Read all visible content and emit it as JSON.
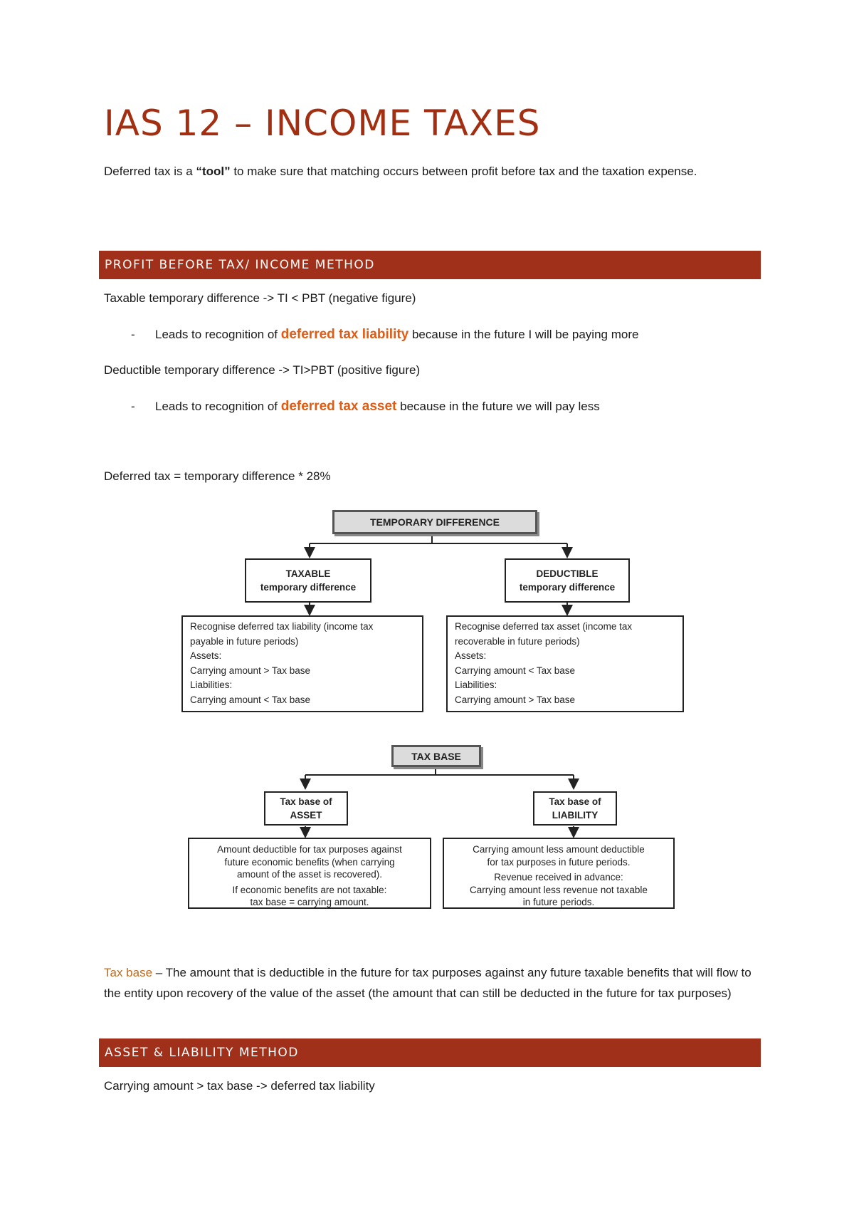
{
  "title": "IAS 12 – INCOME TAXES",
  "intro": {
    "before": "Deferred tax is a ",
    "tool": "“tool”",
    "after": " to make sure that matching occurs between profit before tax and the taxation expense."
  },
  "section1": {
    "heading": "PROFIT BEFORE TAX/ INCOME METHOD",
    "taxable_line": "Taxable temporary difference -> TI < PBT (negative figure)",
    "bullet1": {
      "dash": "-",
      "before": "Leads to recognition of ",
      "highlight": "deferred tax liability",
      "after": " because in the future I will be paying more"
    },
    "deductible_line": "Deductible temporary difference -> TI>PBT (positive figure)",
    "bullet2": {
      "dash": "-",
      "before": "Leads to recognition of ",
      "highlight": "deferred tax asset",
      "after": " because in the future we will pay less"
    },
    "formula": "Deferred tax = temporary difference * 28%"
  },
  "diagram1": {
    "head": "TEMPORARY DIFFERENCE",
    "left_title": "TAXABLE",
    "left_sub": "temporary difference",
    "right_title": "DEDUCTIBLE",
    "right_sub": "temporary difference",
    "left_detail": [
      "Recognise deferred tax liability (income tax",
      "payable in future periods)",
      "Assets:",
      "Carrying amount > Tax base",
      "Liabilities:",
      "Carrying amount < Tax base"
    ],
    "right_detail": [
      "Recognise deferred tax asset (income tax",
      "recoverable in future periods)",
      "Assets:",
      "Carrying amount < Tax base",
      "Liabilities:",
      "Carrying amount > Tax base"
    ]
  },
  "diagram2": {
    "head": "TAX BASE",
    "left_title_1": "Tax base of",
    "left_title_2": "ASSET",
    "right_title_1": "Tax base of",
    "right_title_2": "LIABILITY",
    "left_detail": [
      "Amount deductible for tax purposes against",
      "future economic benefits (when carrying",
      "amount of the asset is recovered).",
      "If economic benefits are not taxable:",
      "tax base = carrying amount."
    ],
    "right_detail": [
      "Carrying amount less amount deductible",
      "for tax purposes in future periods.",
      "Revenue received in advance:",
      "Carrying amount less revenue not taxable",
      "in future periods."
    ]
  },
  "taxbase_def": {
    "term": "Tax base",
    "text": " – The amount that is deductible in the future for tax purposes against any future taxable benefits that will flow to the entity upon recovery of the value of the asset (the amount that can still be deducted in the future for tax purposes)"
  },
  "section2": {
    "heading": "ASSET & LIABILITY METHOD",
    "line1": "Carrying amount > tax base -> deferred tax liability"
  }
}
